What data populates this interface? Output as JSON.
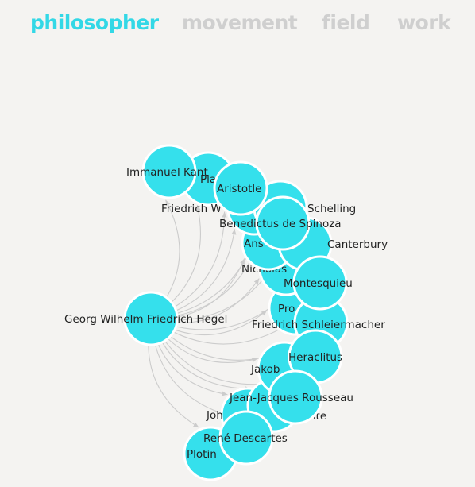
{
  "tabs": [
    {
      "id": "philosopher",
      "label": "philosopher",
      "active": true
    },
    {
      "id": "movement",
      "label": "movement",
      "active": false
    },
    {
      "id": "field",
      "label": "field",
      "active": false
    },
    {
      "id": "work",
      "label": "work",
      "active": false
    }
  ],
  "colors": {
    "active_tab": "#33d8e6",
    "inactive_tab": "#cfcfcf",
    "node_fill": "#35e0ec",
    "node_stroke": "#ffffff",
    "edge": "#cccccc",
    "background": "#f4f3f1"
  },
  "graph": {
    "source": "Georg Wilhelm Friedrich Hegel",
    "nodes": [
      {
        "id": "plato",
        "label": "Plato",
        "shown_label": "Pla"
      },
      {
        "id": "plotinus",
        "label": "Plotinus",
        "shown_label": "Plotin"
      },
      {
        "id": "johann",
        "label": "Johann Gottlieb Fichte",
        "shown_label": "Joh"
      },
      {
        "id": "fichte_te",
        "label": "Fichte",
        "shown_label": "nte"
      },
      {
        "id": "jakob",
        "label": "Jakob Böhme",
        "shown_label": "Jakob"
      },
      {
        "id": "proclus",
        "label": "Proclus",
        "shown_label": "Pro"
      },
      {
        "id": "nicholas",
        "label": "Nicholas of Cusa",
        "shown_label": "Nicholas"
      },
      {
        "id": "anselm",
        "label": "Anselm of Canterbury",
        "shown_label": "Ans"
      },
      {
        "id": "canterbury",
        "label": "Canterbury",
        "shown_label": "Canterbury"
      },
      {
        "id": "friedrich_wilhelm",
        "label": "Friedrich Wilhelm Joseph Schelling",
        "shown_label": "Friedrich W"
      },
      {
        "id": "schelling",
        "label": "Schelling",
        "shown_label": "Schelling"
      },
      {
        "id": "schleiermacher",
        "label": "Friedrich Schleiermacher",
        "shown_label": "Friedrich Schleiermacher"
      },
      {
        "id": "montesquieu",
        "label": "Montesquieu",
        "shown_label": "Montesquieu"
      },
      {
        "id": "heraclitus",
        "label": "Heraclitus",
        "shown_label": "Heraclitus"
      },
      {
        "id": "rousseau",
        "label": "Jean-Jacques Rousseau",
        "shown_label": "Jean-Jacques Rousseau"
      },
      {
        "id": "spinoza",
        "label": "Benedictus de Spinoza",
        "shown_label": "Benedictus de Spinoza"
      },
      {
        "id": "aristotle",
        "label": "Aristotle",
        "shown_label": "Aristotle"
      },
      {
        "id": "kant",
        "label": "Immanuel Kant",
        "shown_label": "Immanuel Kant"
      },
      {
        "id": "descartes",
        "label": "René Descartes",
        "shown_label": "René Descartes"
      },
      {
        "id": "hegel",
        "label": "Georg Wilhelm Friedrich Hegel",
        "shown_label": "Georg Wilhelm Friedrich Hegel"
      }
    ]
  }
}
